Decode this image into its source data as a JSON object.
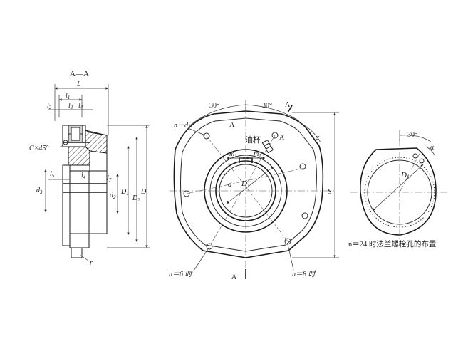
{
  "section": {
    "title": "A—A"
  },
  "left_view": {
    "dims": {
      "L": "L",
      "l1": "l",
      "l1_sub": "1",
      "l2": "l",
      "l2_sub": "2",
      "l3": "l",
      "l3_sub": "3",
      "l4_top": "l",
      "l4_top_sub": "4",
      "chamfer": "C×45°",
      "l5": "l",
      "l5_sub": "5",
      "l4_mid": "l",
      "l4_mid_sub": "4",
      "l7": "l",
      "l7_sub": "7",
      "d3": "d",
      "d3_sub": "3",
      "d2": "d",
      "d2_sub": "2",
      "D1": "D",
      "D1_sub": "1",
      "D2": "D",
      "D2_sub": "2",
      "D": "D",
      "r": "r"
    }
  },
  "middle_view": {
    "angle_left": "30°",
    "angle_right": "30°",
    "section_mark_top": "A",
    "section_mark_right": "A",
    "section_mark_bottom": "A",
    "section_mark_center": "A",
    "hole_label": "n－d",
    "hole_label_sub": "1",
    "oil_cup": "油杯",
    "m1_left": "m",
    "m1_left_sub": "1",
    "m1_right": "m",
    "m1_right_sub": "1",
    "d_bore": "d",
    "D1_bore": "D",
    "D1_bore_sub": "1",
    "alpha": "α",
    "S": "S",
    "n6": "n＝6 时",
    "n8": "n＝8 时"
  },
  "right_view": {
    "angle": "30°",
    "alpha": "α",
    "D1": "D",
    "D1_sub": "1",
    "caption": "n＝24 时法兰螺栓孔的布置"
  }
}
